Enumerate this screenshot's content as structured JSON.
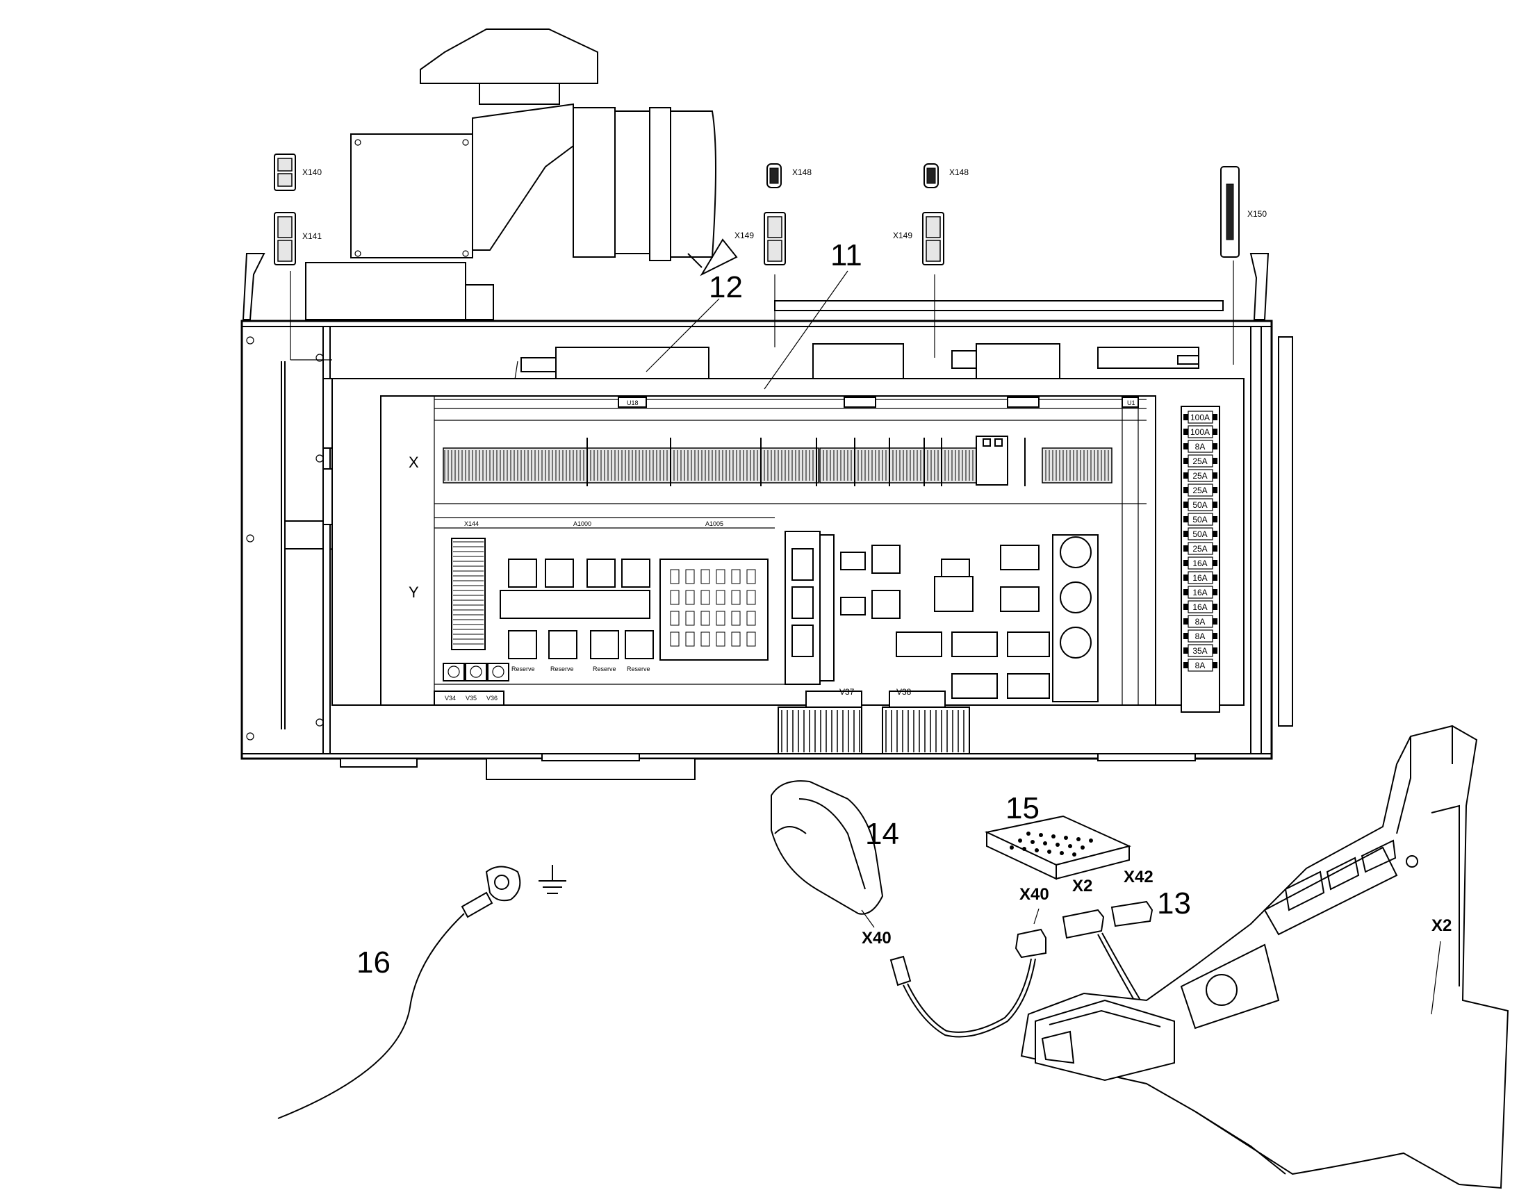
{
  "callouts": {
    "c11": "11",
    "c12": "12",
    "c13": "13",
    "c14": "14",
    "c15": "15",
    "c16": "16"
  },
  "connectors": {
    "x140": "X140",
    "x141": "X141",
    "x148a": "X148",
    "x148b": "X148",
    "x149a": "X149",
    "x149b": "X149",
    "x150": "X150",
    "x40a": "X40",
    "x40b": "X40",
    "x2a": "X2",
    "x2b": "X2",
    "x42": "X42"
  },
  "panel": {
    "row_x": "X",
    "row_y": "Y",
    "u18": "U18",
    "u1": "U1",
    "x144": "X144",
    "a1000": "A1000",
    "a1005": "A1005",
    "v37": "V37",
    "v38": "V38",
    "v34": "V34",
    "v35": "V35",
    "v36": "V36",
    "reserve1": "Reserve",
    "reserve2": "Reserve",
    "reserve3": "Reserve",
    "reserve4": "Reserve"
  },
  "fuses": [
    "100A",
    "100A",
    "8A",
    "25A",
    "25A",
    "25A",
    "50A",
    "50A",
    "50A",
    "25A",
    "16A",
    "16A",
    "16A",
    "16A",
    "8A",
    "8A",
    "35A",
    "8A"
  ]
}
